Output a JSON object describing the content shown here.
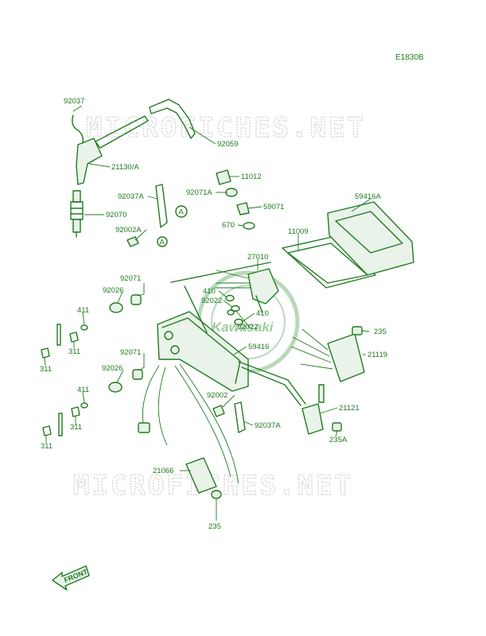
{
  "diagram": {
    "reference": "E1830B",
    "watermark": "MICROFICHES.NET",
    "logo_text": "Kawasaki",
    "front_label": "FRONT",
    "callouts": [
      {
        "id": "c1",
        "text": "92037"
      },
      {
        "id": "c2",
        "text": "21130/A"
      },
      {
        "id": "c3",
        "text": "92070"
      },
      {
        "id": "c4",
        "text": "92059"
      },
      {
        "id": "c5",
        "text": "11012"
      },
      {
        "id": "c6",
        "text": "92037A"
      },
      {
        "id": "c7",
        "text": "92071A"
      },
      {
        "id": "c8",
        "text": "59071"
      },
      {
        "id": "c9",
        "text": "92002A"
      },
      {
        "id": "c10",
        "text": "670"
      },
      {
        "id": "c11",
        "text": "59416A"
      },
      {
        "id": "c12",
        "text": "11009"
      },
      {
        "id": "c13",
        "text": "27010"
      },
      {
        "id": "c14",
        "text": "92071"
      },
      {
        "id": "c15",
        "text": "92026"
      },
      {
        "id": "c16",
        "text": "410"
      },
      {
        "id": "c17",
        "text": "92022"
      },
      {
        "id": "c18",
        "text": "410"
      },
      {
        "id": "c19",
        "text": "92022"
      },
      {
        "id": "c20",
        "text": "411"
      },
      {
        "id": "c21",
        "text": "311"
      },
      {
        "id": "c22",
        "text": "311"
      },
      {
        "id": "c23",
        "text": "235"
      },
      {
        "id": "c24",
        "text": "59416"
      },
      {
        "id": "c25",
        "text": "21119"
      },
      {
        "id": "c26",
        "text": "92071"
      },
      {
        "id": "c27",
        "text": "92026"
      },
      {
        "id": "c28",
        "text": "411"
      },
      {
        "id": "c29",
        "text": "92002"
      },
      {
        "id": "c30",
        "text": "21121"
      },
      {
        "id": "c31",
        "text": "92037A"
      },
      {
        "id": "c32",
        "text": "235A"
      },
      {
        "id": "c33",
        "text": "311"
      },
      {
        "id": "c34",
        "text": "311"
      },
      {
        "id": "c35",
        "text": "21066"
      },
      {
        "id": "c36",
        "text": "235"
      }
    ],
    "markers": [
      {
        "id": "m1",
        "text": "A"
      },
      {
        "id": "m2",
        "text": "A"
      }
    ]
  }
}
